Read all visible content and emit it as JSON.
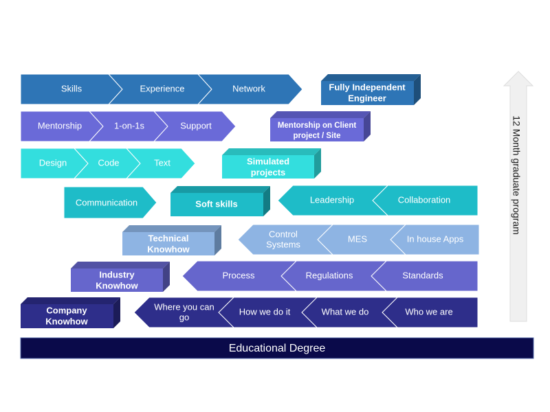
{
  "colors": {
    "row1": "#2e75b6",
    "row2": "#6a6ad8",
    "row3": "#33dede",
    "row4": "#1ebcc8",
    "row5": "#8eb4e3",
    "row6": "#6666cc",
    "row7": "#2e2e8a",
    "base": "#0a0a4a",
    "arrow": "#f0f0f0"
  },
  "rows": [
    {
      "chevrons": [
        "Skills",
        "Experience",
        "Network"
      ],
      "box": [
        "Fully Independent",
        "Engineer"
      ]
    },
    {
      "chevrons": [
        "Mentorship",
        "1-on-1s",
        "Support"
      ],
      "box": [
        "Mentorship on Client",
        "project / Site"
      ]
    },
    {
      "chevrons": [
        "Design",
        "Code",
        "Text"
      ],
      "box": [
        "Simulated",
        "projects"
      ]
    },
    {
      "left_chevron": "Communication",
      "box": [
        "Soft skills"
      ],
      "chevrons": [
        "Leadership",
        "Collaboration"
      ]
    },
    {
      "box": [
        "Technical",
        "Knowhow"
      ],
      "chevrons": [
        [
          "Control",
          "Systems"
        ],
        "MES",
        "In house Apps"
      ]
    },
    {
      "box": [
        "Industry",
        "Knowhow"
      ],
      "chevrons": [
        "Process",
        "Regulations",
        "Standards"
      ]
    },
    {
      "box": [
        "Company",
        "Knowhow"
      ],
      "chevrons": [
        [
          "Where you can",
          "go"
        ],
        "How we do it",
        "What we do",
        "Who we are"
      ]
    }
  ],
  "base_label": "Educational Degree",
  "side_label": "12 Month graduate program"
}
